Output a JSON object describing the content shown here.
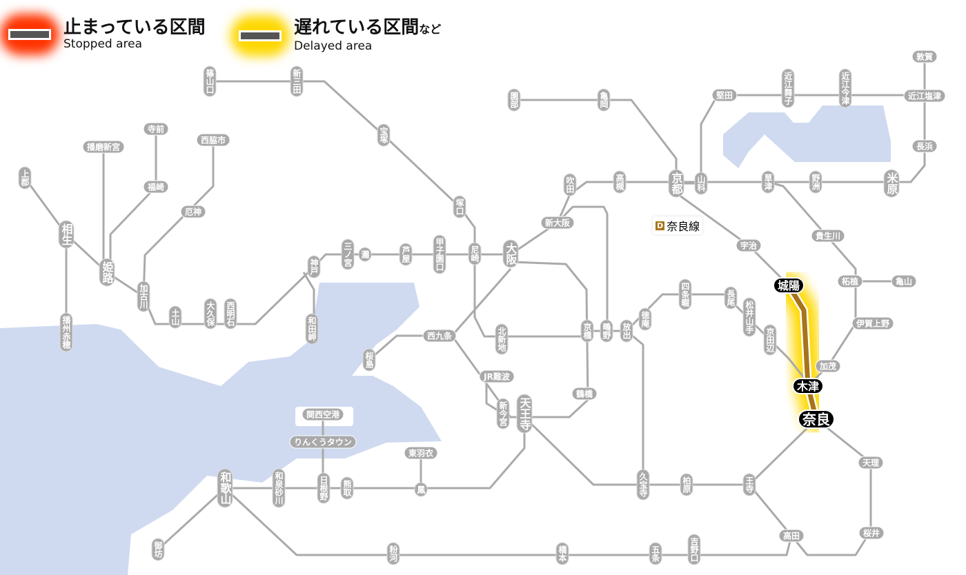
{
  "legend": {
    "stopped": {
      "jp": "止まっている区間",
      "en": "Stopped area",
      "color": "#ff3300"
    },
    "delayed": {
      "jp": "遅れている区間",
      "jp_suffix": "など",
      "en": "Delayed area",
      "color": "#ffd800"
    }
  },
  "highlight_line": {
    "code": "D",
    "name": "奈良線",
    "status": "delayed",
    "color": "#a8741a"
  },
  "colors": {
    "line": "#aaaaaa",
    "water": "#cfdaf0",
    "station": "#a9a9a9",
    "delayed_station": "#000000"
  },
  "stations": [
    "篠山口",
    "新三田",
    "宝塚",
    "塚口",
    "尼崎",
    "大阪",
    "新大阪",
    "吹田",
    "高槻",
    "京都",
    "山科",
    "園部",
    "亀岡",
    "堅田",
    "近江舞子",
    "近江今津",
    "近江塩津",
    "敦賀",
    "長浜",
    "米原",
    "野洲",
    "草津",
    "宇治",
    "貴生川",
    "柘植",
    "亀山",
    "伊賀上野",
    "加茂",
    "城陽",
    "木津",
    "奈良",
    "天理",
    "桜井",
    "高田",
    "王寺",
    "柏原",
    "久宝寺",
    "京田辺",
    "松井山手",
    "長尾",
    "四条畷",
    "徳庵",
    "放出",
    "鴫野",
    "京橋",
    "北新地",
    "西九条",
    "桜島",
    "JR難波",
    "新今宮",
    "天王寺",
    "鶴橋",
    "関西空港",
    "りんくうタウン",
    "東羽衣",
    "鳳",
    "熊取",
    "日根野",
    "和泉砂川",
    "和歌山",
    "御坊",
    "粉河",
    "橋本",
    "五条",
    "吉野口",
    "神戸",
    "三ノ宮",
    "灘",
    "芦屋",
    "甲子園口",
    "和田岬",
    "西明石",
    "大久保",
    "土山",
    "加古川",
    "姫路",
    "相生",
    "上郡",
    "播州赤穂",
    "播磨新宮",
    "寺前",
    "福崎",
    "西脇市",
    "厄神"
  ],
  "delayed_stations": [
    "城陽",
    "木津",
    "奈良"
  ]
}
